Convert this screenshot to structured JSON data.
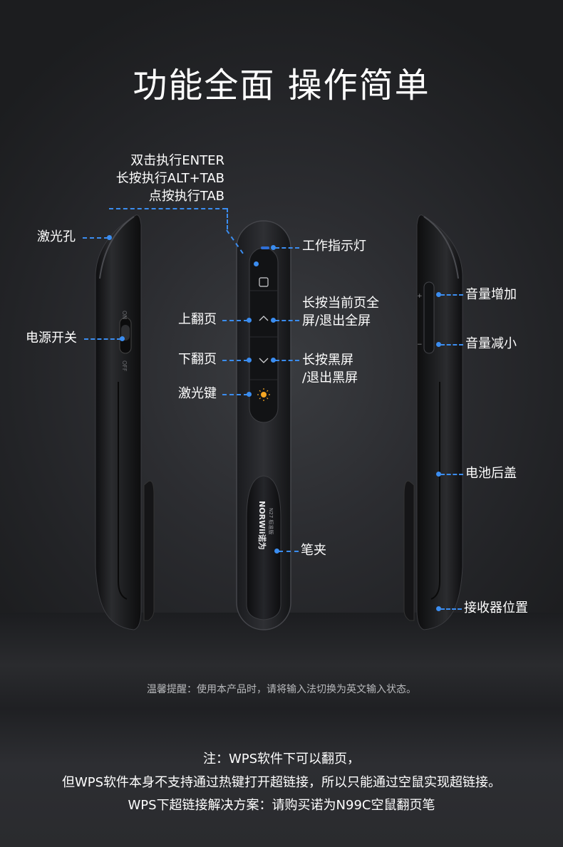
{
  "title": "功能全面 操作简单",
  "labels": {
    "enter_line1": "双击执行ENTER",
    "enter_line2": "长按执行ALT+TAB",
    "enter_line3": "点按执行TAB",
    "laser_hole": "激光孔",
    "power_switch": "电源开关",
    "indicator": "工作指示灯",
    "fullscreen_line1": "长按当前页全",
    "fullscreen_line2": "屏/退出全屏",
    "page_up": "上翻页",
    "page_down": "下翻页",
    "blackscreen_line1": "长按黑屏",
    "blackscreen_line2": "/退出黑屏",
    "laser_key": "激光键",
    "clip": "笔夹",
    "vol_up": "音量增加",
    "vol_down": "音量减小",
    "battery_cover": "电池后盖",
    "receiver": "接收器位置"
  },
  "device_text": {
    "brand": "NORWii诺为",
    "model": "N27 标准版",
    "switch_on": "ON",
    "switch_off": "OFF",
    "plus": "+",
    "minus": "−"
  },
  "tip": "温馨提醒：使用本产品时，请将输入法切换为英文输入状态。",
  "notes": {
    "line1": "注：WPS软件下可以翻页，",
    "line2": "但WPS软件本身不支持通过热键打开超链接，所以只能通过空鼠实现超链接。",
    "line3": "WPS下超链接解决方案：请购买诺为N99C空鼠翻页笔"
  },
  "colors": {
    "accent": "#3b8df0",
    "laser_icon": "#f5a623",
    "indicator": "#2f6fd6"
  }
}
